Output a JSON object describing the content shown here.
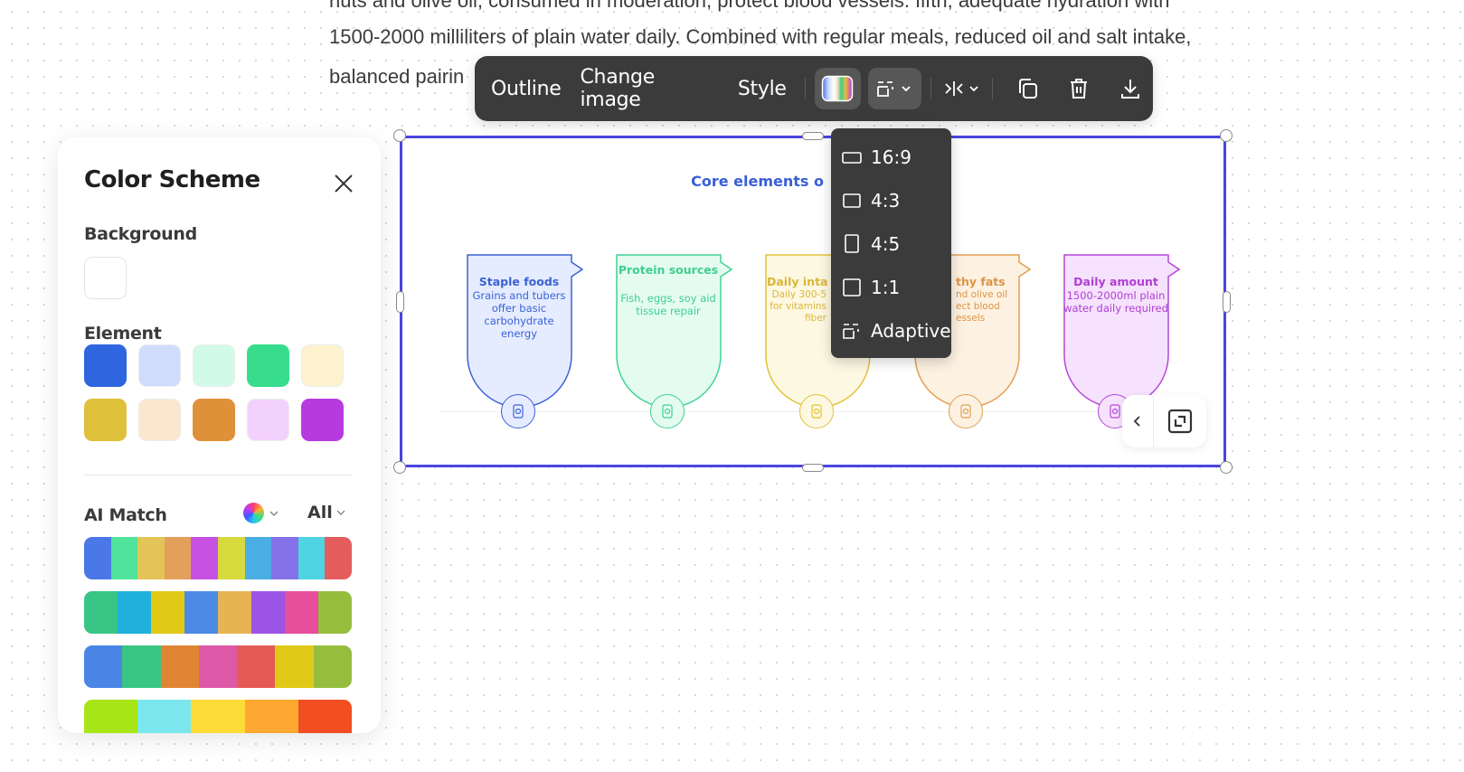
{
  "document": {
    "line1": "nuts and olive oil, consumed in moderation, protect blood vessels. fifth, adequate hydration with",
    "line2": "1500-2000 milliliters of plain water daily. Combined with regular meals, reduced oil and salt intake,",
    "line3": "balanced pairin"
  },
  "toolbar": {
    "outline_label": "Outline",
    "change_image_label": "Change image",
    "style_label": "Style",
    "icons": [
      "color-scheme-icon",
      "aspect-ratio-icon",
      "chevron-down-icon",
      "flip-icon",
      "chevron-down-icon",
      "duplicate-icon",
      "trash-icon",
      "download-icon"
    ]
  },
  "ratio_menu": {
    "items": [
      {
        "label": "16:9",
        "icon": "ratio-16-9-icon"
      },
      {
        "label": "4:3",
        "icon": "ratio-4-3-icon"
      },
      {
        "label": "4:5",
        "icon": "ratio-4-5-icon"
      },
      {
        "label": "1:1",
        "icon": "ratio-1-1-icon"
      },
      {
        "label": "Adaptive",
        "icon": "adaptive-icon"
      }
    ]
  },
  "infographic": {
    "title": "Core elements o",
    "cards": [
      {
        "title": "Staple foods",
        "desc": "Grains and tubers offer basic carbohydrate energy",
        "stroke": "#3b62d6",
        "fill": "#e6ecff",
        "text": "#3b62d6",
        "icon": "grain-bag-icon"
      },
      {
        "title": "Protein sources",
        "desc": "Fish, eggs, soy aid tissue repair",
        "stroke": "#3fd394",
        "fill": "#e4fbf0",
        "text": "#3fcf8f",
        "icon": "dumbbell-icon"
      },
      {
        "title": "Daily inta",
        "desc": "Daily 300-5 for vitamins fiber",
        "stroke": "#e0c23a",
        "fill": "#fdf8e2",
        "text": "#d9b73a",
        "icon": "bell-pepper-icon"
      },
      {
        "title": "thy fats",
        "desc": "nd olive oil ect blood essels",
        "stroke": "#e0a050",
        "fill": "#fdf1e2",
        "text": "#dc9444",
        "icon": "fish-icon"
      },
      {
        "title": "Daily amount",
        "desc": "1500-2000ml plain water daily required",
        "stroke": "#b547d8",
        "fill": "#f6e2fd",
        "text": "#b03fd3",
        "icon": "water-dispenser-icon"
      }
    ]
  },
  "panel": {
    "title": "Color Scheme",
    "background_label": "Background",
    "background_color": "#ffffff",
    "element_label": "Element",
    "element_colors": [
      "#2f66e0",
      "#cfdcfc",
      "#d1fbe8",
      "#37dd8d",
      "#fdf3cf",
      "#dfc03a",
      "#fde6cf",
      "#de9138",
      "#f2d1fc",
      "#b73adf"
    ],
    "ai_match_label": "AI Match",
    "filter_label": "All",
    "palettes": [
      [
        "#4a78e6",
        "#4fe39b",
        "#e3c456",
        "#e2a05a",
        "#c752e2",
        "#d7da3c",
        "#4aaee3",
        "#8572e8",
        "#4fd4e2",
        "#e55c5c"
      ],
      [
        "#38c585",
        "#1fb0dc",
        "#e0ca17",
        "#4c8ae5",
        "#e6b453",
        "#9b54e6",
        "#e74e9b",
        "#97bd3d"
      ],
      [
        "#4b85e5",
        "#39c585",
        "#e08533",
        "#dd59a8",
        "#e55a55",
        "#e0ca17",
        "#96bd3e"
      ],
      [
        "#a8e516",
        "#7be7ec",
        "#fddc3a",
        "#fea831",
        "#f14e22"
      ]
    ]
  }
}
